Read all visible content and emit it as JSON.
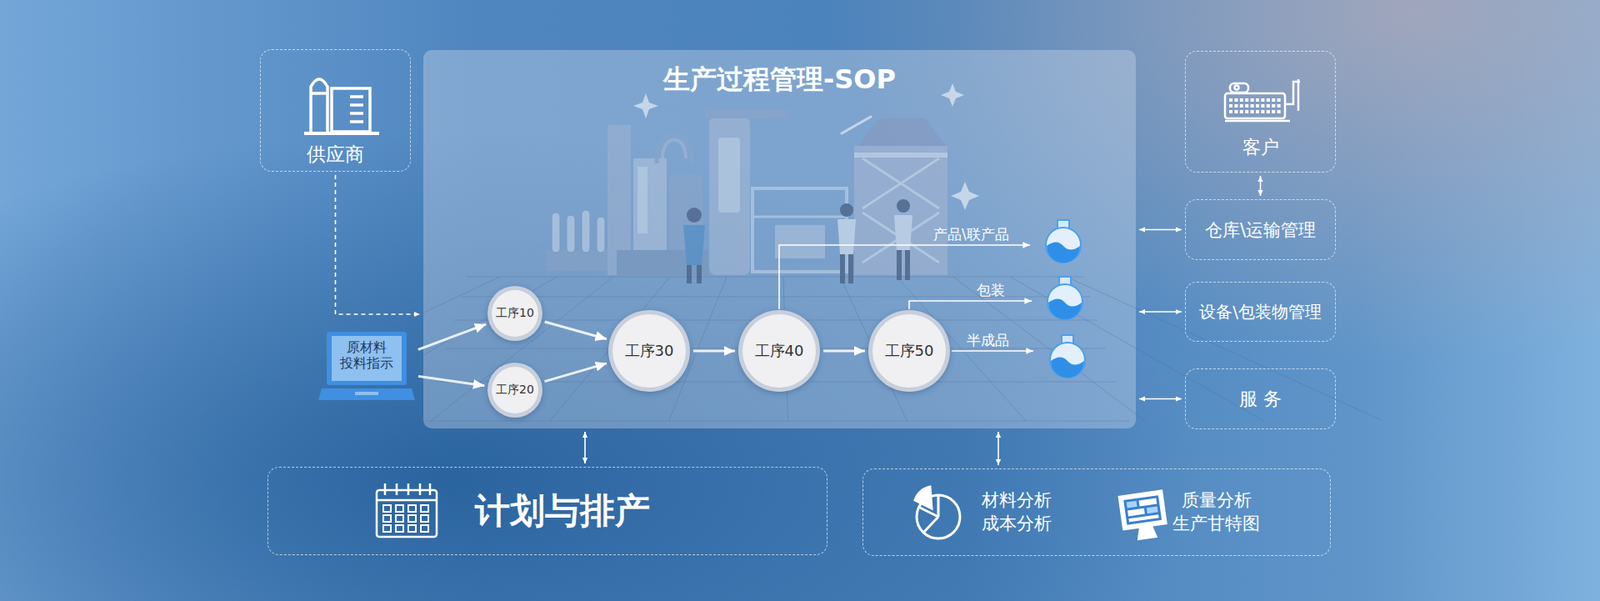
{
  "diagram": {
    "nodes": [
      {
        "text": [
          "供应商"
        ]
      },
      {
        "text": [
          "生产过程管理-SOP"
        ]
      },
      {
        "text": [
          "原材料 投料指示"
        ]
      },
      {
        "text": [
          "工序10"
        ],
        "in": 1
      },
      {
        "text": [
          "工序20"
        ],
        "in": 1
      },
      {
        "text": [
          "工序30"
        ],
        "in": 1
      },
      {
        "text": [
          "工序40"
        ],
        "in": 1
      },
      {
        "text": [
          "工序50"
        ],
        "in": 1
      },
      {
        "text": [
          "客户"
        ]
      },
      {
        "text": [
          "仓库\\运输管理"
        ]
      },
      {
        "text": [
          "设备\\包装物管理"
        ]
      },
      {
        "text": [
          "服 务"
        ]
      },
      {
        "text": [
          "计划与排产"
        ]
      },
      {
        "text": [
          "材料分析 成本分析",
          "质量分析 生产甘特图"
        ]
      }
    ],
    "edges": [
      {
        "from": 0,
        "to": 1,
        "arrow": "to"
      },
      {
        "from": 8,
        "to": 9,
        "arrow": "both"
      },
      {
        "from": 1,
        "to": 9,
        "arrow": "both"
      },
      {
        "from": 1,
        "to": 10,
        "arrow": "both"
      },
      {
        "from": 1,
        "to": 11,
        "arrow": "both"
      },
      {
        "from": 1,
        "to": 12,
        "arrow": "both"
      },
      {
        "from": 1,
        "to": 13,
        "arrow": "both"
      },
      {
        "from": 2,
        "to": 3,
        "arrow": "to"
      },
      {
        "from": 2,
        "to": 4,
        "arrow": "to"
      },
      {
        "from": 3,
        "to": 5,
        "arrow": "to"
      },
      {
        "from": 4,
        "to": 5,
        "arrow": "to"
      },
      {
        "from": 5,
        "to": 6,
        "arrow": "to"
      },
      {
        "from": 6,
        "to": 7,
        "arrow": "to"
      }
    ],
    "labels": [
      "产品\\联产品",
      "包装",
      "半成品"
    ]
  }
}
